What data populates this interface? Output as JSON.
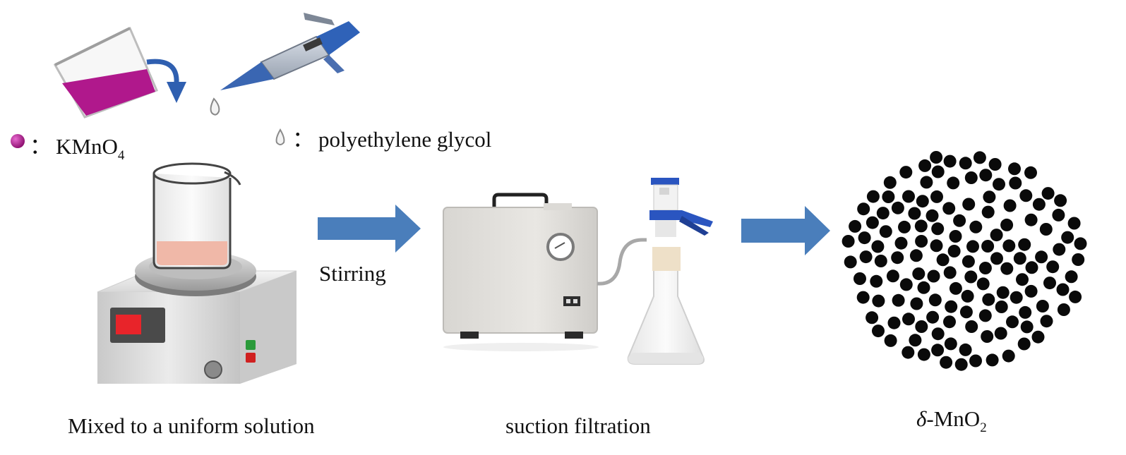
{
  "legend": {
    "kmno4": {
      "prefix": "KMnO",
      "subscript": "4",
      "separator": "："
    },
    "peg": {
      "text": "polyethylene glycol",
      "separator": "："
    }
  },
  "steps": {
    "stirring": "Stirring",
    "mix": "Mixed to a uniform solution",
    "filtration": "suction filtration",
    "product": {
      "symbol": "δ",
      "rest": "-MnO",
      "subscript": "2"
    }
  },
  "pump": {
    "badge": "▭▭"
  },
  "colors": {
    "kmno4_liquid": "#b0188c",
    "arrow": "#4a7ebb",
    "solution": "#f0b8a8",
    "particle": "#0a0a0a",
    "display": "#e8242a",
    "clamp": "#2a55c0"
  },
  "particles": {
    "count": 170
  }
}
